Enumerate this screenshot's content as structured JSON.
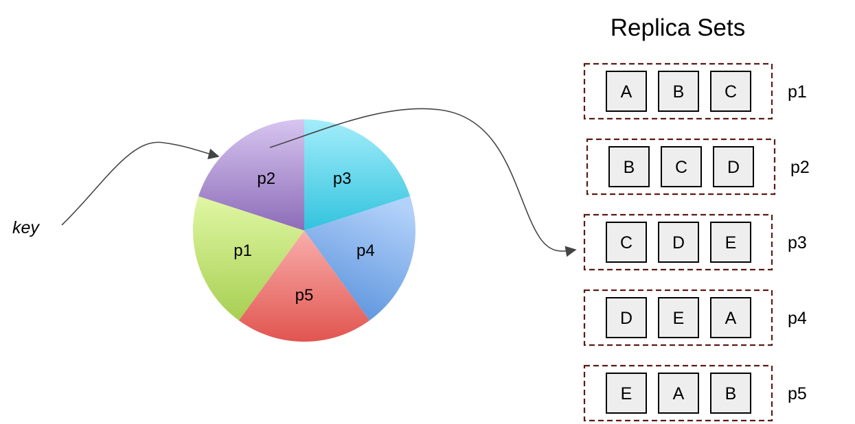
{
  "key_label": "key",
  "ring": {
    "partitions": [
      {
        "id": "p3",
        "label": "p3",
        "start_deg": 0,
        "end_deg": 72
      },
      {
        "id": "p4",
        "label": "p4",
        "start_deg": 72,
        "end_deg": 144
      },
      {
        "id": "p5",
        "label": "p5",
        "start_deg": 144,
        "end_deg": 216
      },
      {
        "id": "p1",
        "label": "p1",
        "start_deg": 216,
        "end_deg": 288
      },
      {
        "id": "p2",
        "label": "p2",
        "start_deg": 288,
        "end_deg": 360
      }
    ]
  },
  "replica_sets": {
    "title": "Replica Sets",
    "sets": [
      {
        "label": "p1",
        "nodes": [
          "A",
          "B",
          "C"
        ]
      },
      {
        "label": "p2",
        "nodes": [
          "B",
          "C",
          "D"
        ]
      },
      {
        "label": "p3",
        "nodes": [
          "C",
          "D",
          "E"
        ]
      },
      {
        "label": "p4",
        "nodes": [
          "D",
          "E",
          "A"
        ]
      },
      {
        "label": "p5",
        "nodes": [
          "E",
          "A",
          "B"
        ]
      }
    ]
  },
  "colors": {
    "p1": "#c5e27c",
    "p2": "#b79fd6",
    "p3": "#6fd8ea",
    "p4": "#86b6ee",
    "p5": "#ef8684",
    "set_border": "#5b1a12",
    "node_fill": "#eeeeee",
    "arrow": "#444444"
  }
}
